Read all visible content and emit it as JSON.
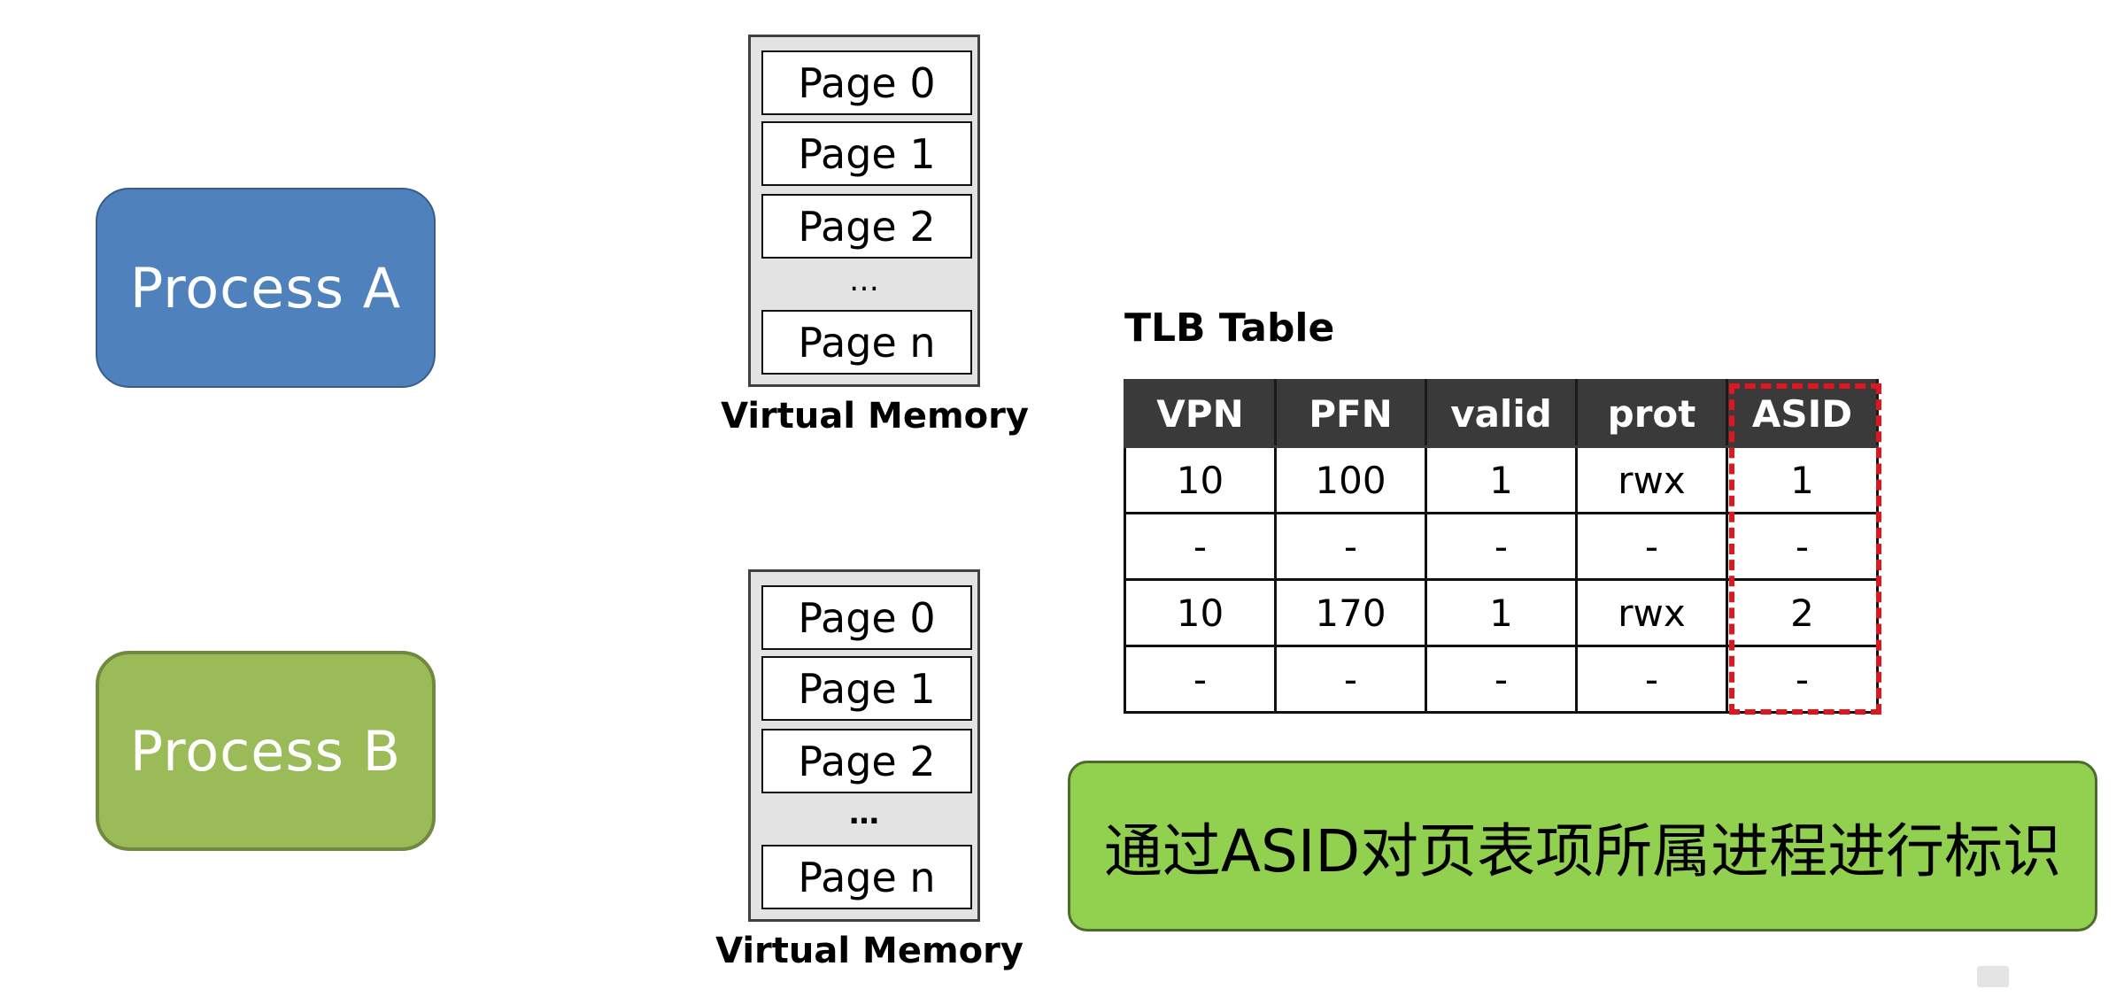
{
  "process_a": {
    "label": "Process A",
    "fill": "#4f81bd"
  },
  "process_b": {
    "label": "Process B",
    "fill": "#9bbb59"
  },
  "virtual_memory_a": {
    "pages": [
      "Page 0",
      "Page 1",
      "Page 2"
    ],
    "ellipsis": "…",
    "last_page": "Page n",
    "caption": "Virtual Memory"
  },
  "virtual_memory_b": {
    "pages": [
      "Page 0",
      "Page 1",
      "Page 2"
    ],
    "ellipsis": "…",
    "last_page": "Page n",
    "caption": "Virtual Memory"
  },
  "tlb": {
    "title": "TLB Table",
    "columns": [
      "VPN",
      "PFN",
      "valid",
      "prot",
      "ASID"
    ],
    "rows": [
      [
        "10",
        "100",
        "1",
        "rwx",
        "1"
      ],
      [
        "-",
        "-",
        "-",
        "-",
        "-"
      ],
      [
        "10",
        "170",
        "1",
        "rwx",
        "2"
      ],
      [
        "-",
        "-",
        "-",
        "-",
        "-"
      ]
    ],
    "highlight_color": "#e0161e"
  },
  "callout": {
    "text": "通过ASID对页表项所属进程进行标识",
    "fill": "#92d050"
  }
}
